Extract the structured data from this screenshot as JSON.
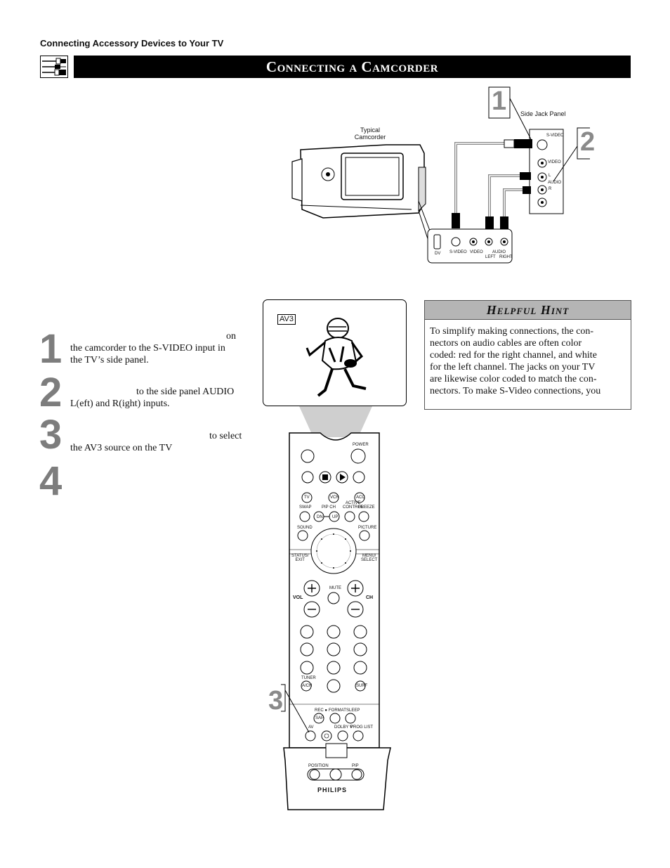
{
  "header": {
    "section_label": "Connecting Accessory Devices to Your TV",
    "title": "Connecting a Camcorder"
  },
  "diagram": {
    "callout_1": "1",
    "callout_2": "2",
    "side_jack_panel_label": "Side Jack Panel",
    "camcorder_label_line1": "Typical",
    "camcorder_label_line2": "Camcorder",
    "panel_svideo": "S-VIDEO",
    "panel_video": "VIDEO",
    "panel_audio": "AUDIO",
    "panel_l": "L",
    "panel_r": "R",
    "cam_dv": "DV",
    "cam_svideo": "S-VIDEO",
    "cam_video": "VIDEO",
    "cam_audio": "AUDIO",
    "cam_left": "LEFT",
    "cam_right": "RIGHT"
  },
  "steps": [
    {
      "num": "1",
      "text_a": "on",
      "text_b": "the camcorder to the S-VIDEO input in",
      "text_c": "the TV’s side panel."
    },
    {
      "num": "2",
      "text_a": "to the side panel AUDIO",
      "text_b": "L(eft) and R(ight) inputs."
    },
    {
      "num": "3",
      "text_a": "to select",
      "text_b": "the AV3 source on the TV"
    },
    {
      "num": "4"
    }
  ],
  "tv_screen": {
    "osd": "AV3"
  },
  "hint": {
    "title": "Helpful Hint",
    "lines": [
      "To simplify making connections, the con-",
      "nectors on audio cables are often color",
      "coded: red for the right channel, and white",
      "for the left channel. The jacks on your TV",
      "are likewise color coded to match the con-",
      "nectors. To make S-Video connections, you"
    ]
  },
  "remote": {
    "callout_3": "3",
    "power": "POWER",
    "tv": "TV",
    "vcr": "VCR",
    "acc": "ACC",
    "swap": "SWAP",
    "pip_ch": "PIP CH",
    "active_control_1": "ACTIVE",
    "active_control_2": "CONTROL",
    "freeze": "FREEZE",
    "dn": "DN",
    "up": "UP",
    "sound": "SOUND",
    "picture": "PICTURE",
    "status_exit_1": "STATUS/",
    "status_exit_2": "EXIT",
    "menu_select_1": "MENU/",
    "menu_select_2": "SELECT",
    "mute": "MUTE",
    "vol": "VOL",
    "ch": "CH",
    "tuner": "TUNER",
    "ach": "A/CH",
    "surf": "SURF",
    "rec": "REC ●",
    "format": "FORMAT",
    "sleep": "SLEEP",
    "sap": "SAP",
    "av": "AV",
    "dolby": "DOLBY V",
    "prog_list": "PROG LIST",
    "position": "POSITION",
    "pip": "PIP",
    "brand": "PHILIPS"
  }
}
